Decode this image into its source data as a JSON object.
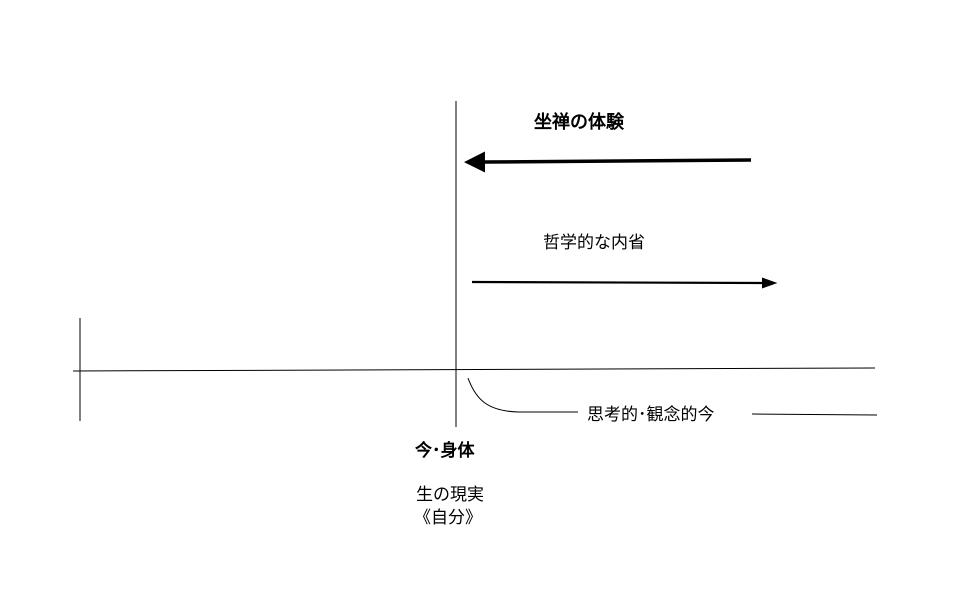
{
  "labels": {
    "zazen": "坐禅の体験",
    "tetsugaku": "哲学的な内省",
    "shikou": "思考的･観念的今",
    "ima_shintai": "今･身体",
    "sei_no_genjitsu": "生の現実",
    "jibun": "《自分》"
  },
  "colors": {
    "line": "#000000",
    "background": "#ffffff"
  }
}
